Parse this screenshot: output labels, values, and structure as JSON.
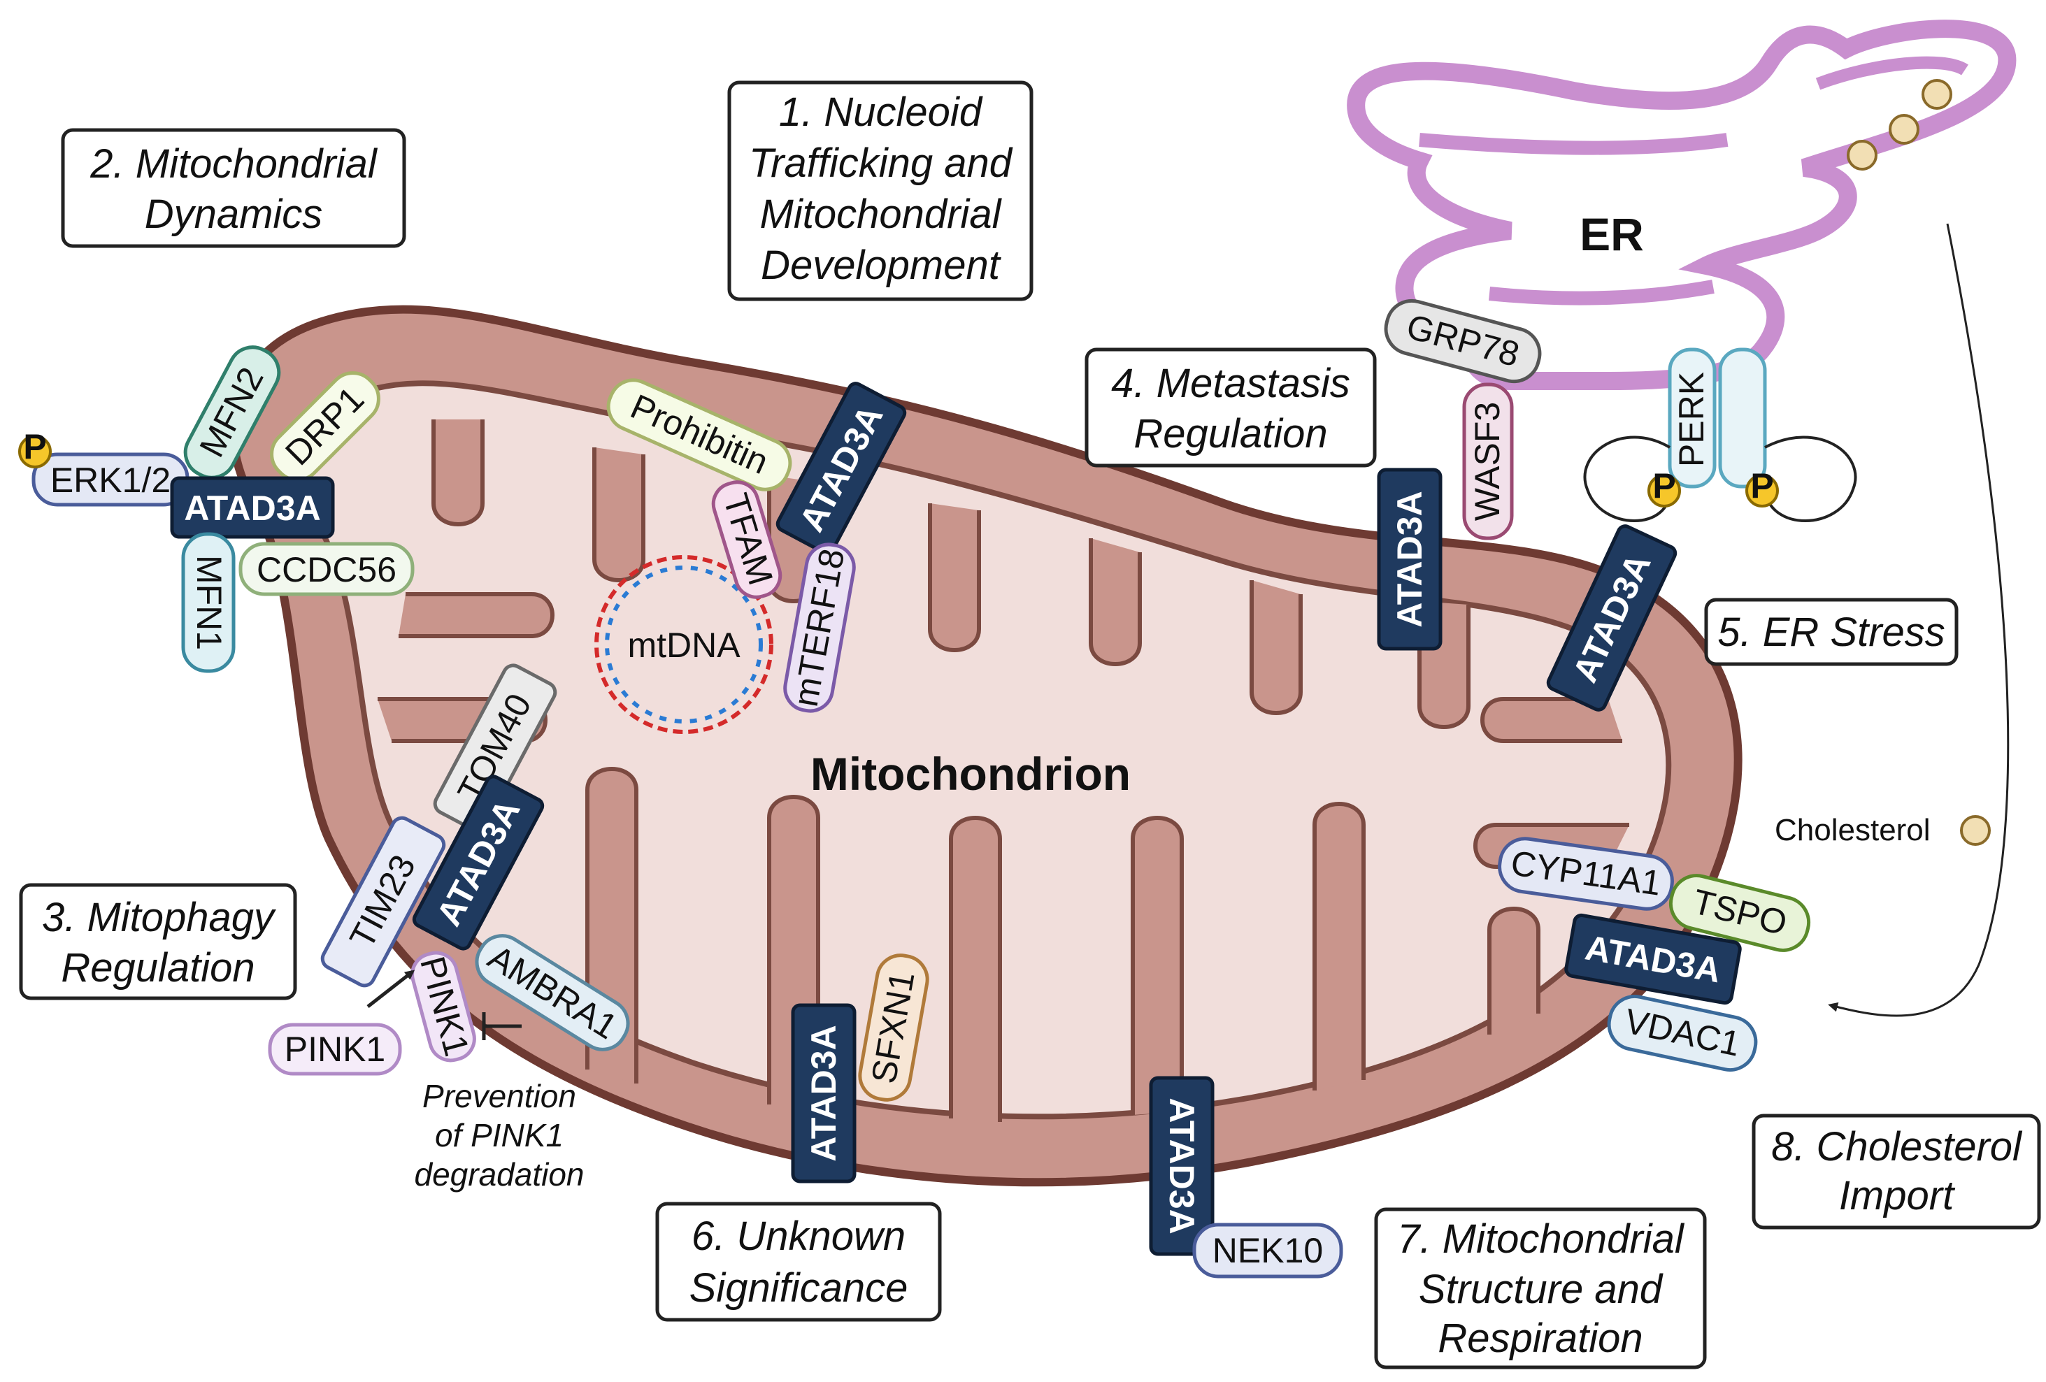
{
  "process_boxes": {
    "nucleoid": [
      "1.  Nucleoid",
      "Trafficking and",
      "Mitochondrial",
      "Development"
    ],
    "dynamics": [
      "2. Mitochondrial",
      "Dynamics"
    ],
    "mitophagy": [
      "3. Mitophagy",
      "Regulation"
    ],
    "metastasis": [
      "4. Metastasis",
      "Regulation"
    ],
    "er_stress": [
      "5. ER Stress"
    ],
    "unknown": [
      "6. Unknown",
      "Significance"
    ],
    "structure": [
      "7. Mitochondrial",
      "Structure and",
      "Respiration"
    ],
    "cholesterol_import": [
      "8. Cholesterol",
      "Import"
    ]
  },
  "organelles": {
    "mitochondrion": "Mitochondrion",
    "er": "ER",
    "mtdna": "mtDNA"
  },
  "proteins": {
    "atad3a": "ATAD3A",
    "erk": "ERK1/2",
    "mfn2": "MFN2",
    "drp1": "DRP1",
    "mfn1": "MFN1",
    "ccdc56": "CCDC56",
    "prohibitin": "Prohibitin",
    "tfam": "TFAM",
    "mterf18": "mTERF18",
    "tom40": "TOM40",
    "tim23": "TIM23",
    "pink1": "PINK1",
    "ambra1": "AMBRA1",
    "grp78": "GRP78",
    "wasf3": "WASF3",
    "perk": "PERK",
    "sfxn1": "SFXN1",
    "nek10": "NEK10",
    "cyp11a1": "CYP11A1",
    "tspo": "TSPO",
    "vdac1": "VDAC1"
  },
  "phospho_marker": "P",
  "cholesterol_label": "Cholesterol",
  "pink1_note": [
    "Prevention",
    "of PINK1",
    "degradation"
  ],
  "colors": {
    "atad3a": "#1f3a5f",
    "mito_outer": "#c9958c",
    "mito_inner": "#f1dedb",
    "er": "#c98fcf",
    "cholesterol": "#f2dfb4"
  }
}
